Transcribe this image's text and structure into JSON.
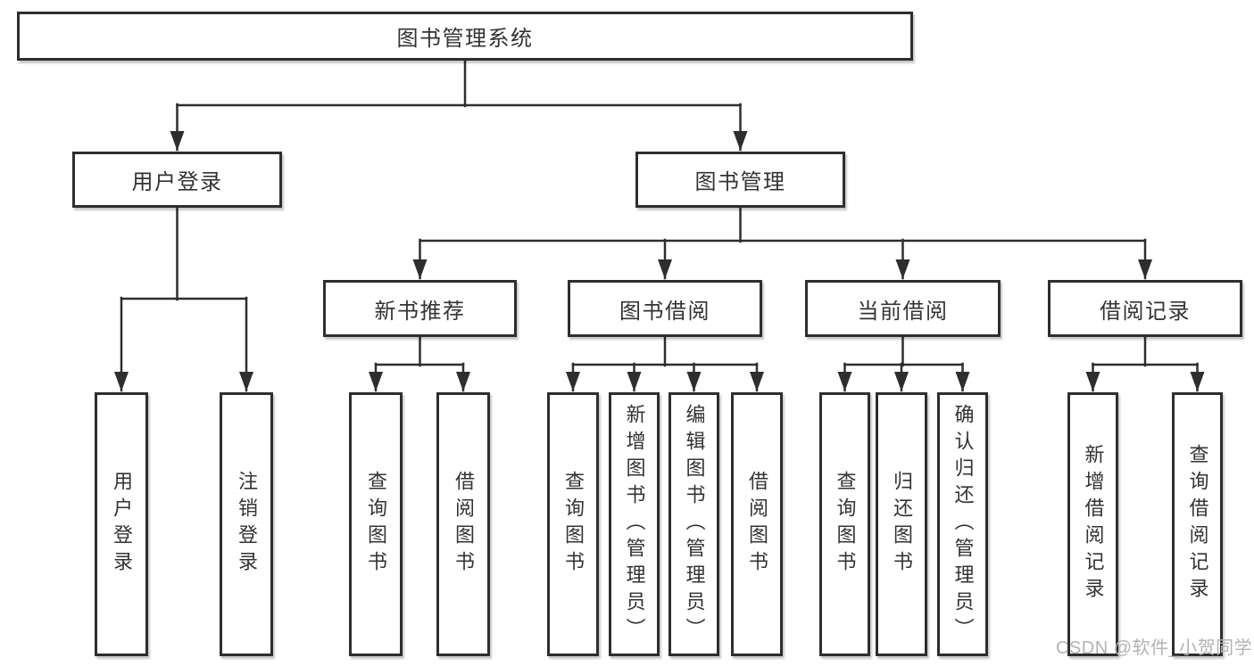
{
  "tree": {
    "label": "图书管理系统",
    "children": [
      {
        "label": "用户登录",
        "children": [
          {
            "label": "用户登录"
          },
          {
            "label": "注销登录"
          }
        ]
      },
      {
        "label": "图书管理",
        "children": [
          {
            "label": "新书推荐",
            "children": [
              {
                "label": "查询图书"
              },
              {
                "label": "借阅图书"
              }
            ]
          },
          {
            "label": "图书借阅",
            "children": [
              {
                "label": "查询图书"
              },
              {
                "label": "新增图书（管理员）"
              },
              {
                "label": "编辑图书（管理员）"
              },
              {
                "label": "借阅图书"
              }
            ]
          },
          {
            "label": "当前借阅",
            "children": [
              {
                "label": "查询图书"
              },
              {
                "label": "归还图书"
              },
              {
                "label": "确认归还（管理员）"
              }
            ]
          },
          {
            "label": "借阅记录",
            "children": [
              {
                "label": "新增借阅记录"
              },
              {
                "label": "查询借阅记录"
              }
            ]
          }
        ]
      }
    ]
  },
  "watermark": "CSDN @软件_小贺同学",
  "colors": {
    "line": "#2e2e2e",
    "box_border": "#2e2e2e",
    "text": "#333333",
    "background": "#ffffff",
    "watermark": "#b3b3b3"
  }
}
